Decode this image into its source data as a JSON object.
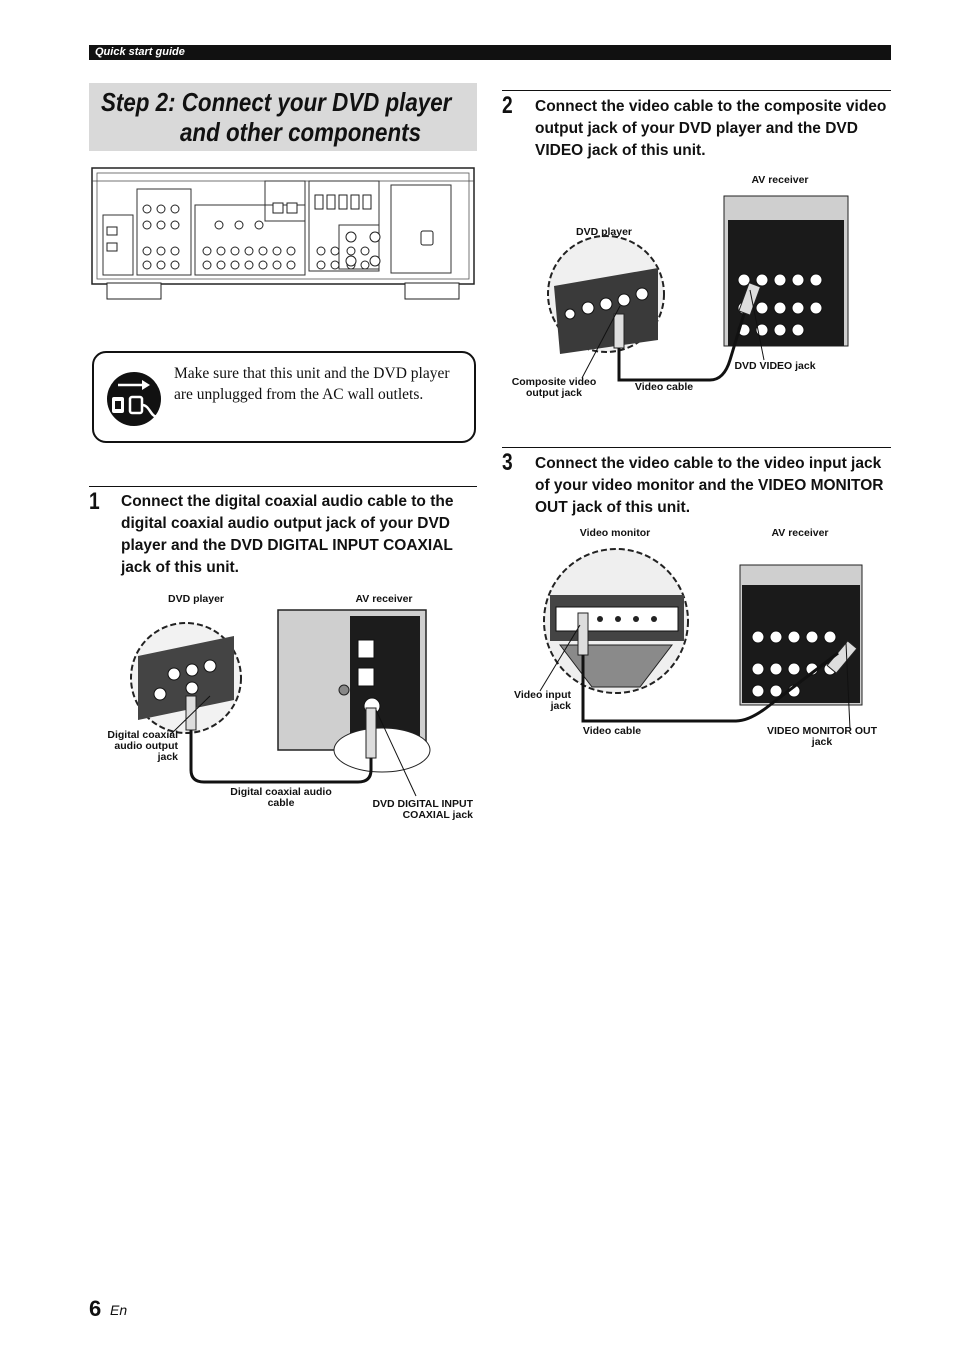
{
  "header": {
    "section": "Quick start guide"
  },
  "title": {
    "line1": "Step 2: Connect your DVD player",
    "line2": "and other components"
  },
  "warning": {
    "text": "Make sure that this unit and the DVD player are unplugged from the AC wall outlets.",
    "icon": "unplug-icon"
  },
  "steps": [
    {
      "number": "1",
      "text": "Connect the digital coaxial audio cable to the digital coaxial audio output jack of your DVD player and the DVD DIGITAL INPUT COAXIAL jack of this unit.",
      "labels": {
        "dvd_player": "DVD player",
        "av_receiver": "AV receiver",
        "output_jack": [
          "Digital coaxial",
          "audio output",
          "jack"
        ],
        "cable": [
          "Digital coaxial audio",
          "cable"
        ],
        "input_jack": [
          "DVD DIGITAL INPUT",
          "COAXIAL jack"
        ]
      }
    },
    {
      "number": "2",
      "text": "Connect the video cable to the composite video output jack of your DVD player and the DVD VIDEO jack of this unit.",
      "labels": {
        "av_receiver": "AV receiver",
        "dvd_player": "DVD player",
        "composite": [
          "Composite video",
          "output jack"
        ],
        "cable": "Video cable",
        "dvd_video_jack": "DVD VIDEO jack"
      }
    },
    {
      "number": "3",
      "text": "Connect the video cable to the video input jack of your video monitor and the VIDEO MONITOR OUT jack of this unit.",
      "labels": {
        "video_monitor": "Video monitor",
        "av_receiver": "AV receiver",
        "video_input": [
          "Video input",
          "jack"
        ],
        "cable": "Video cable",
        "monitor_out": [
          "VIDEO MONITOR OUT",
          "jack"
        ]
      }
    }
  ],
  "footer": {
    "page": "6",
    "lang": "En"
  }
}
